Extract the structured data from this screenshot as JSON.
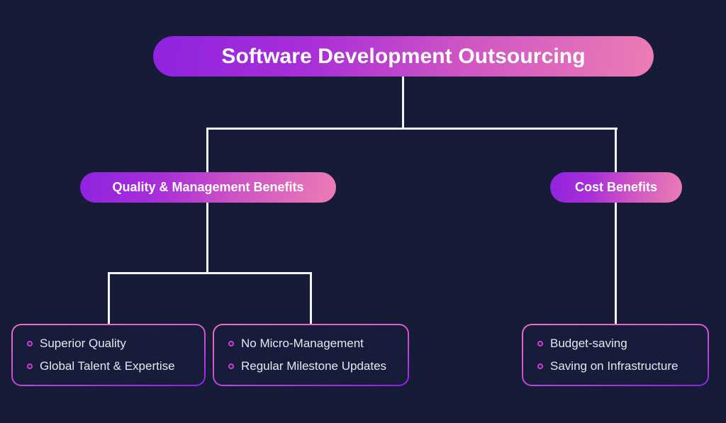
{
  "diagram": {
    "title": "Software Development Outsourcing",
    "background_color": "#161B38",
    "connector_color": "#F2F2F7",
    "gradient_start": "#8F23E0",
    "gradient_end": "#ED7CB4",
    "bullet_color": "#D13AD6",
    "text_color": "#E7E7F2",
    "root": {
      "label": "Software Development Outsourcing"
    },
    "branches": [
      {
        "label": "Quality & Management Benefits",
        "groups": [
          {
            "items": [
              "Superior Quality",
              "Global Talent & Expertise"
            ]
          },
          {
            "items": [
              "No Micro-Management",
              "Regular Milestone Updates"
            ]
          }
        ]
      },
      {
        "label": "Cost Benefits",
        "groups": [
          {
            "items": [
              "Budget-saving",
              "Saving on Infrastructure"
            ]
          }
        ]
      }
    ]
  }
}
